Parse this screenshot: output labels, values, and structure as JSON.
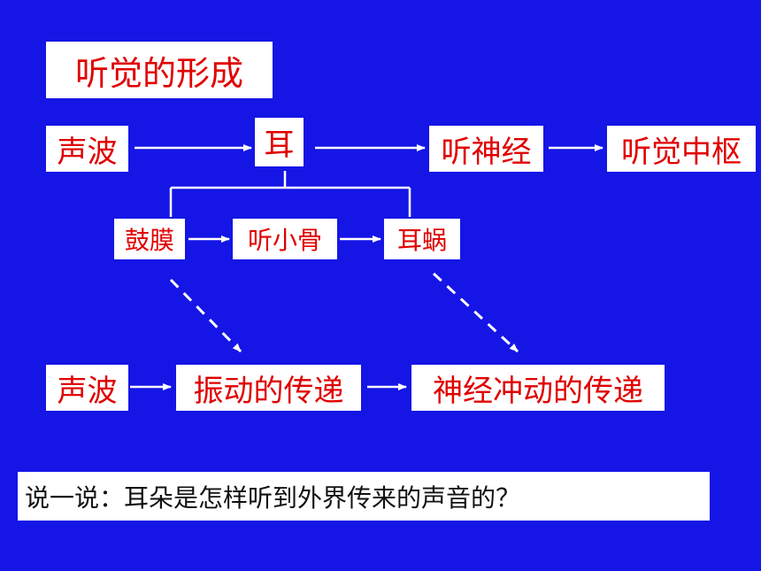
{
  "title": "听觉的形成",
  "row1": {
    "sound_wave": "声波",
    "ear": "耳",
    "auditory_nerve": "听神经",
    "auditory_center": "听觉中枢"
  },
  "row2": {
    "eardrum": "鼓膜",
    "ossicles": "听小骨",
    "cochlea": "耳蜗"
  },
  "row3": {
    "sound_wave": "声波",
    "vibration_transfer": "振动的传递",
    "nerve_impulse_transfer": "神经冲动的传递"
  },
  "question": "说一说：耳朵是怎样听到外界传来的声音的？",
  "colors": {
    "background": "#1515e6",
    "box_fill": "#ffffff",
    "label_text": "#e00000",
    "connector": "#ffffff"
  }
}
